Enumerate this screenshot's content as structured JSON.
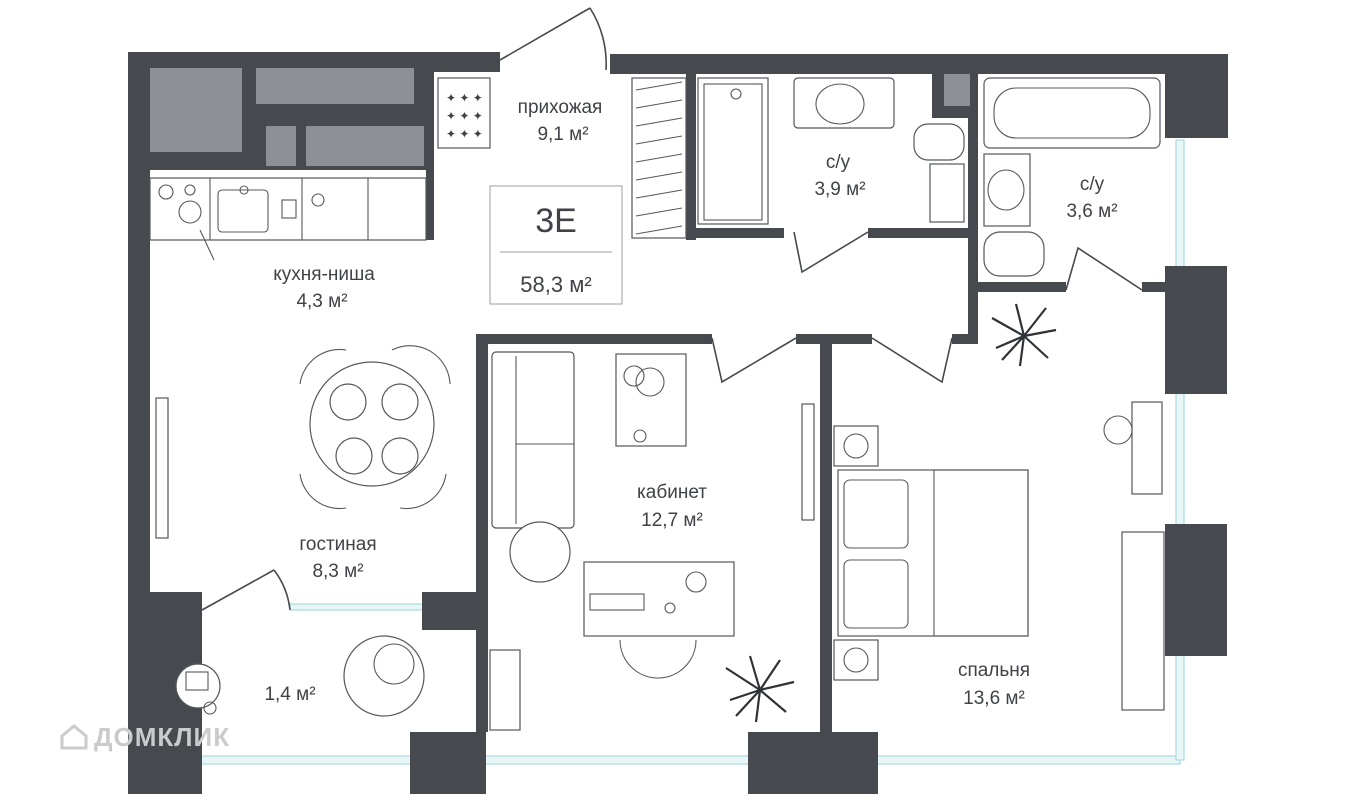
{
  "apartment": {
    "code": "3E",
    "total_area": "58,3 м²"
  },
  "rooms": [
    {
      "id": "hallway",
      "name": "прихожая",
      "area": "9,1 м²"
    },
    {
      "id": "kitchen",
      "name": "кухня-ниша",
      "area": "4,3 м²"
    },
    {
      "id": "bath1",
      "name": "с/у",
      "area": "3,9 м²"
    },
    {
      "id": "bath2",
      "name": "с/у",
      "area": "3,6 м²"
    },
    {
      "id": "living",
      "name": "гостиная",
      "area": "8,3 м²"
    },
    {
      "id": "study",
      "name": "кабинет",
      "area": "12,7 м²"
    },
    {
      "id": "bedroom",
      "name": "спальня",
      "area": "13,6 м²"
    },
    {
      "id": "balcony",
      "name": "",
      "area": "1,4 м²"
    }
  ],
  "watermark": {
    "text": "ДОМКЛИК",
    "icon": "house-logo-icon"
  },
  "colors": {
    "wall": "#46494d",
    "glass": "#e8f6f7",
    "text": "#3f4246"
  }
}
